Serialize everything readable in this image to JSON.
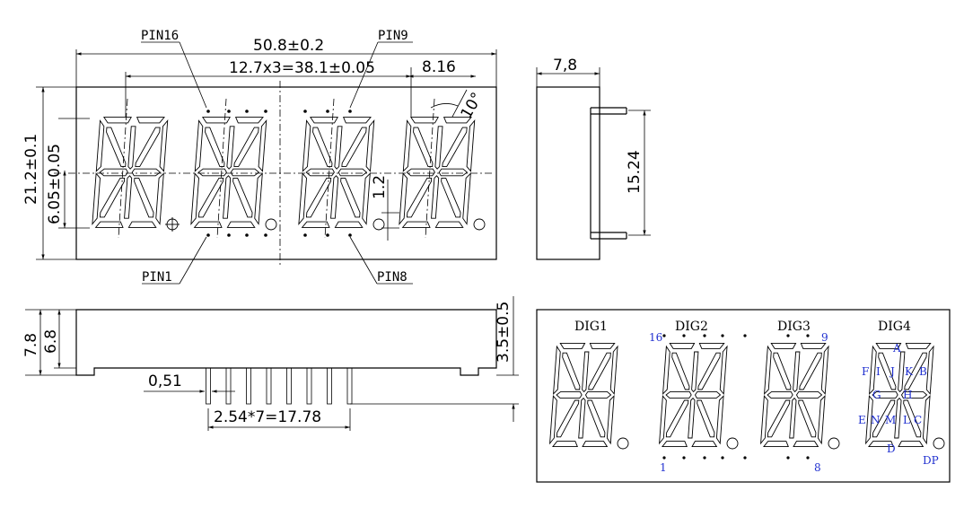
{
  "front_view": {
    "dim_overall_width": "50.8±0.2",
    "dim_digit_pitch": "12.7x3=38.1±0.05",
    "dim_digit_width": "8.16",
    "dim_angle": "10°",
    "dim_overall_height": "21.2±0.1",
    "dim_pin_row_spacing": "6.05±0.05",
    "dim_dp_offset": "1.2",
    "pin_labels": {
      "pin16": "PIN16",
      "pin9": "PIN9",
      "pin1": "PIN1",
      "pin8": "PIN8"
    }
  },
  "side_view": {
    "dim_depth": "7,8",
    "dim_pin_spacing": "15.24"
  },
  "bottom_view": {
    "dim_height": "7.8",
    "dim_body_height": "6.8",
    "dim_pin_length": "3.5±0.5",
    "dim_pin_width": "0,51",
    "dim_pin_pitch": "2.54*7=17.78"
  },
  "segment_map": {
    "digits": [
      "DIG1",
      "DIG2",
      "DIG3",
      "DIG4"
    ],
    "pin_numbers": {
      "p16": "16",
      "p9": "9",
      "p1": "1",
      "p8": "8"
    },
    "segments": {
      "a": "A",
      "b": "B",
      "c": "C",
      "d": "D",
      "e": "E",
      "f": "F",
      "g": "G",
      "h": "H",
      "i": "I",
      "j": "J",
      "k": "K",
      "l": "L",
      "m": "M",
      "n": "N",
      "dp": "DP"
    }
  }
}
